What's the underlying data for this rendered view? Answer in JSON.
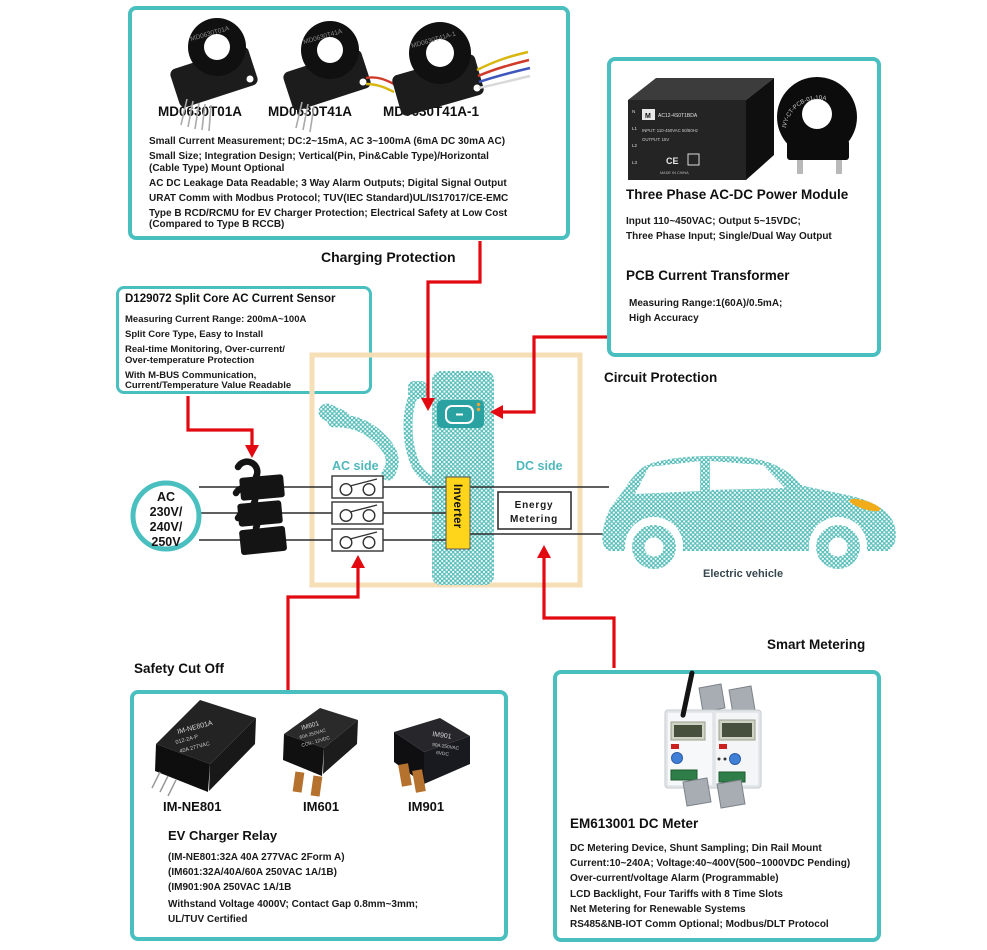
{
  "colors": {
    "teal_border": "#4abfbf",
    "teal_pattern": "#55bdb9",
    "teal_label": "#4fb8bc",
    "orange_frame": "#f6dfb6",
    "inverter_yellow": "#ffd51c",
    "arrow_red": "#e20a10",
    "headlight": "#f2ac19"
  },
  "charging": {
    "heading": "Charging Protection",
    "products": [
      "MD0630T01A",
      "MD0630T41A",
      "MD0630T41A-1"
    ],
    "specs": [
      "Small Current Measurement; DC:2~15mA, AC 3~100mA (6mA DC 30mA AC)",
      "Small Size; Integration Design; Vertical(Pin, Pin&Cable Type)/Horizontal",
      "(Cable Type) Mount Optional",
      "AC DC Leakage Data Readable; 3 Way Alarm Outputs; Digital Signal Output",
      "URAT Comm with Modbus Protocol; TUV(IEC Standard)UL/IS17017/CE-EMC",
      "Type B RCD/RCMU for EV Charger Protection; Electrical Safety at Low Cost",
      "(Compared to Type B RCCB)"
    ]
  },
  "circuit": {
    "heading": "Circuit Protection",
    "module_title": "Three Phase AC-DC Power Module",
    "module_specs": [
      "Input 110~450VAC; Output 5~15VDC;",
      "Three Phase Input; Single/Dual Way Output"
    ],
    "ct_title": "PCB Current Transformer",
    "ct_specs": [
      "Measuring Range:1(60A)/0.5mA;",
      "High Accuracy"
    ]
  },
  "splitcore": {
    "title": "D129072 Split Core AC Current Sensor",
    "specs": [
      "Measuring Current Range: 200mA~100A",
      "Split Core Type, Easy to Install",
      "Real-time Monitoring, Over-current/",
      "Over-temperature Protection",
      "With M-BUS Communication,",
      "Current/Temperature Value Readable"
    ]
  },
  "safety": {
    "heading": "Safety Cut Off",
    "products": [
      "IM-NE801",
      "IM601",
      "IM901"
    ],
    "title": "EV Charger Relay",
    "specs": [
      "(IM-NE801:32A 40A 277VAC 2Form A)",
      "(IM601:32A/40A/60A 250VAC 1A/1B)",
      "(IM901:90A 250VAC 1A/1B",
      "Withstand Voltage 4000V; Contact Gap 0.8mm~3mm;",
      "UL/TUV Certified"
    ]
  },
  "metering": {
    "heading": "Smart Metering",
    "title": "EM613001 DC Meter",
    "specs": [
      "DC Metering Device, Shunt Sampling; Din Rail Mount",
      "Current:10~240A; Voltage:40~400V(500~1000VDC Pending)",
      "Over-current/voltage Alarm (Programmable)",
      "LCD Backlight, Four Tariffs with 8 Time Slots",
      "Net Metering for Renewable Systems",
      "RS485&NB-IOT Comm Optional; Modbus/DLT Protocol"
    ]
  },
  "diagram": {
    "ac_lines": [
      "AC",
      "230V/",
      "240V/",
      "250V"
    ],
    "ac_side": "AC side",
    "dc_side": "DC side",
    "inverter": "Inverter",
    "em1": "Energy",
    "em2": "Metering",
    "vehicle": "Electric vehicle"
  },
  "images": {
    "sensors_etched": [
      "MD0630T01A",
      "MD0630T41A",
      "MD0630T41A-1"
    ],
    "module": {
      "logo": "M",
      "model": "AC12-4S0T1BDA",
      "input": "INPUT: 110-450VAC 50/60Hz",
      "output": "OUTPUT: 15V",
      "ce": "CE",
      "made": "MADE IN CHINA",
      "t1": "N",
      "t2": "L1",
      "t3": "L2",
      "t4": "L3"
    },
    "toroid": {
      "label": "IVY-CT-PCB-01-10A"
    },
    "relays": [
      {
        "l1": "IM-NE801A",
        "l2": "012-2A-P",
        "l3": "40A 277VAC"
      },
      {
        "l1": "IM601",
        "l2": "60A 250VAC",
        "l3": "COIL: 12VDC"
      },
      {
        "l1": "IM901",
        "l2": "90A 250VAC",
        "l3": "6VDC"
      }
    ]
  }
}
